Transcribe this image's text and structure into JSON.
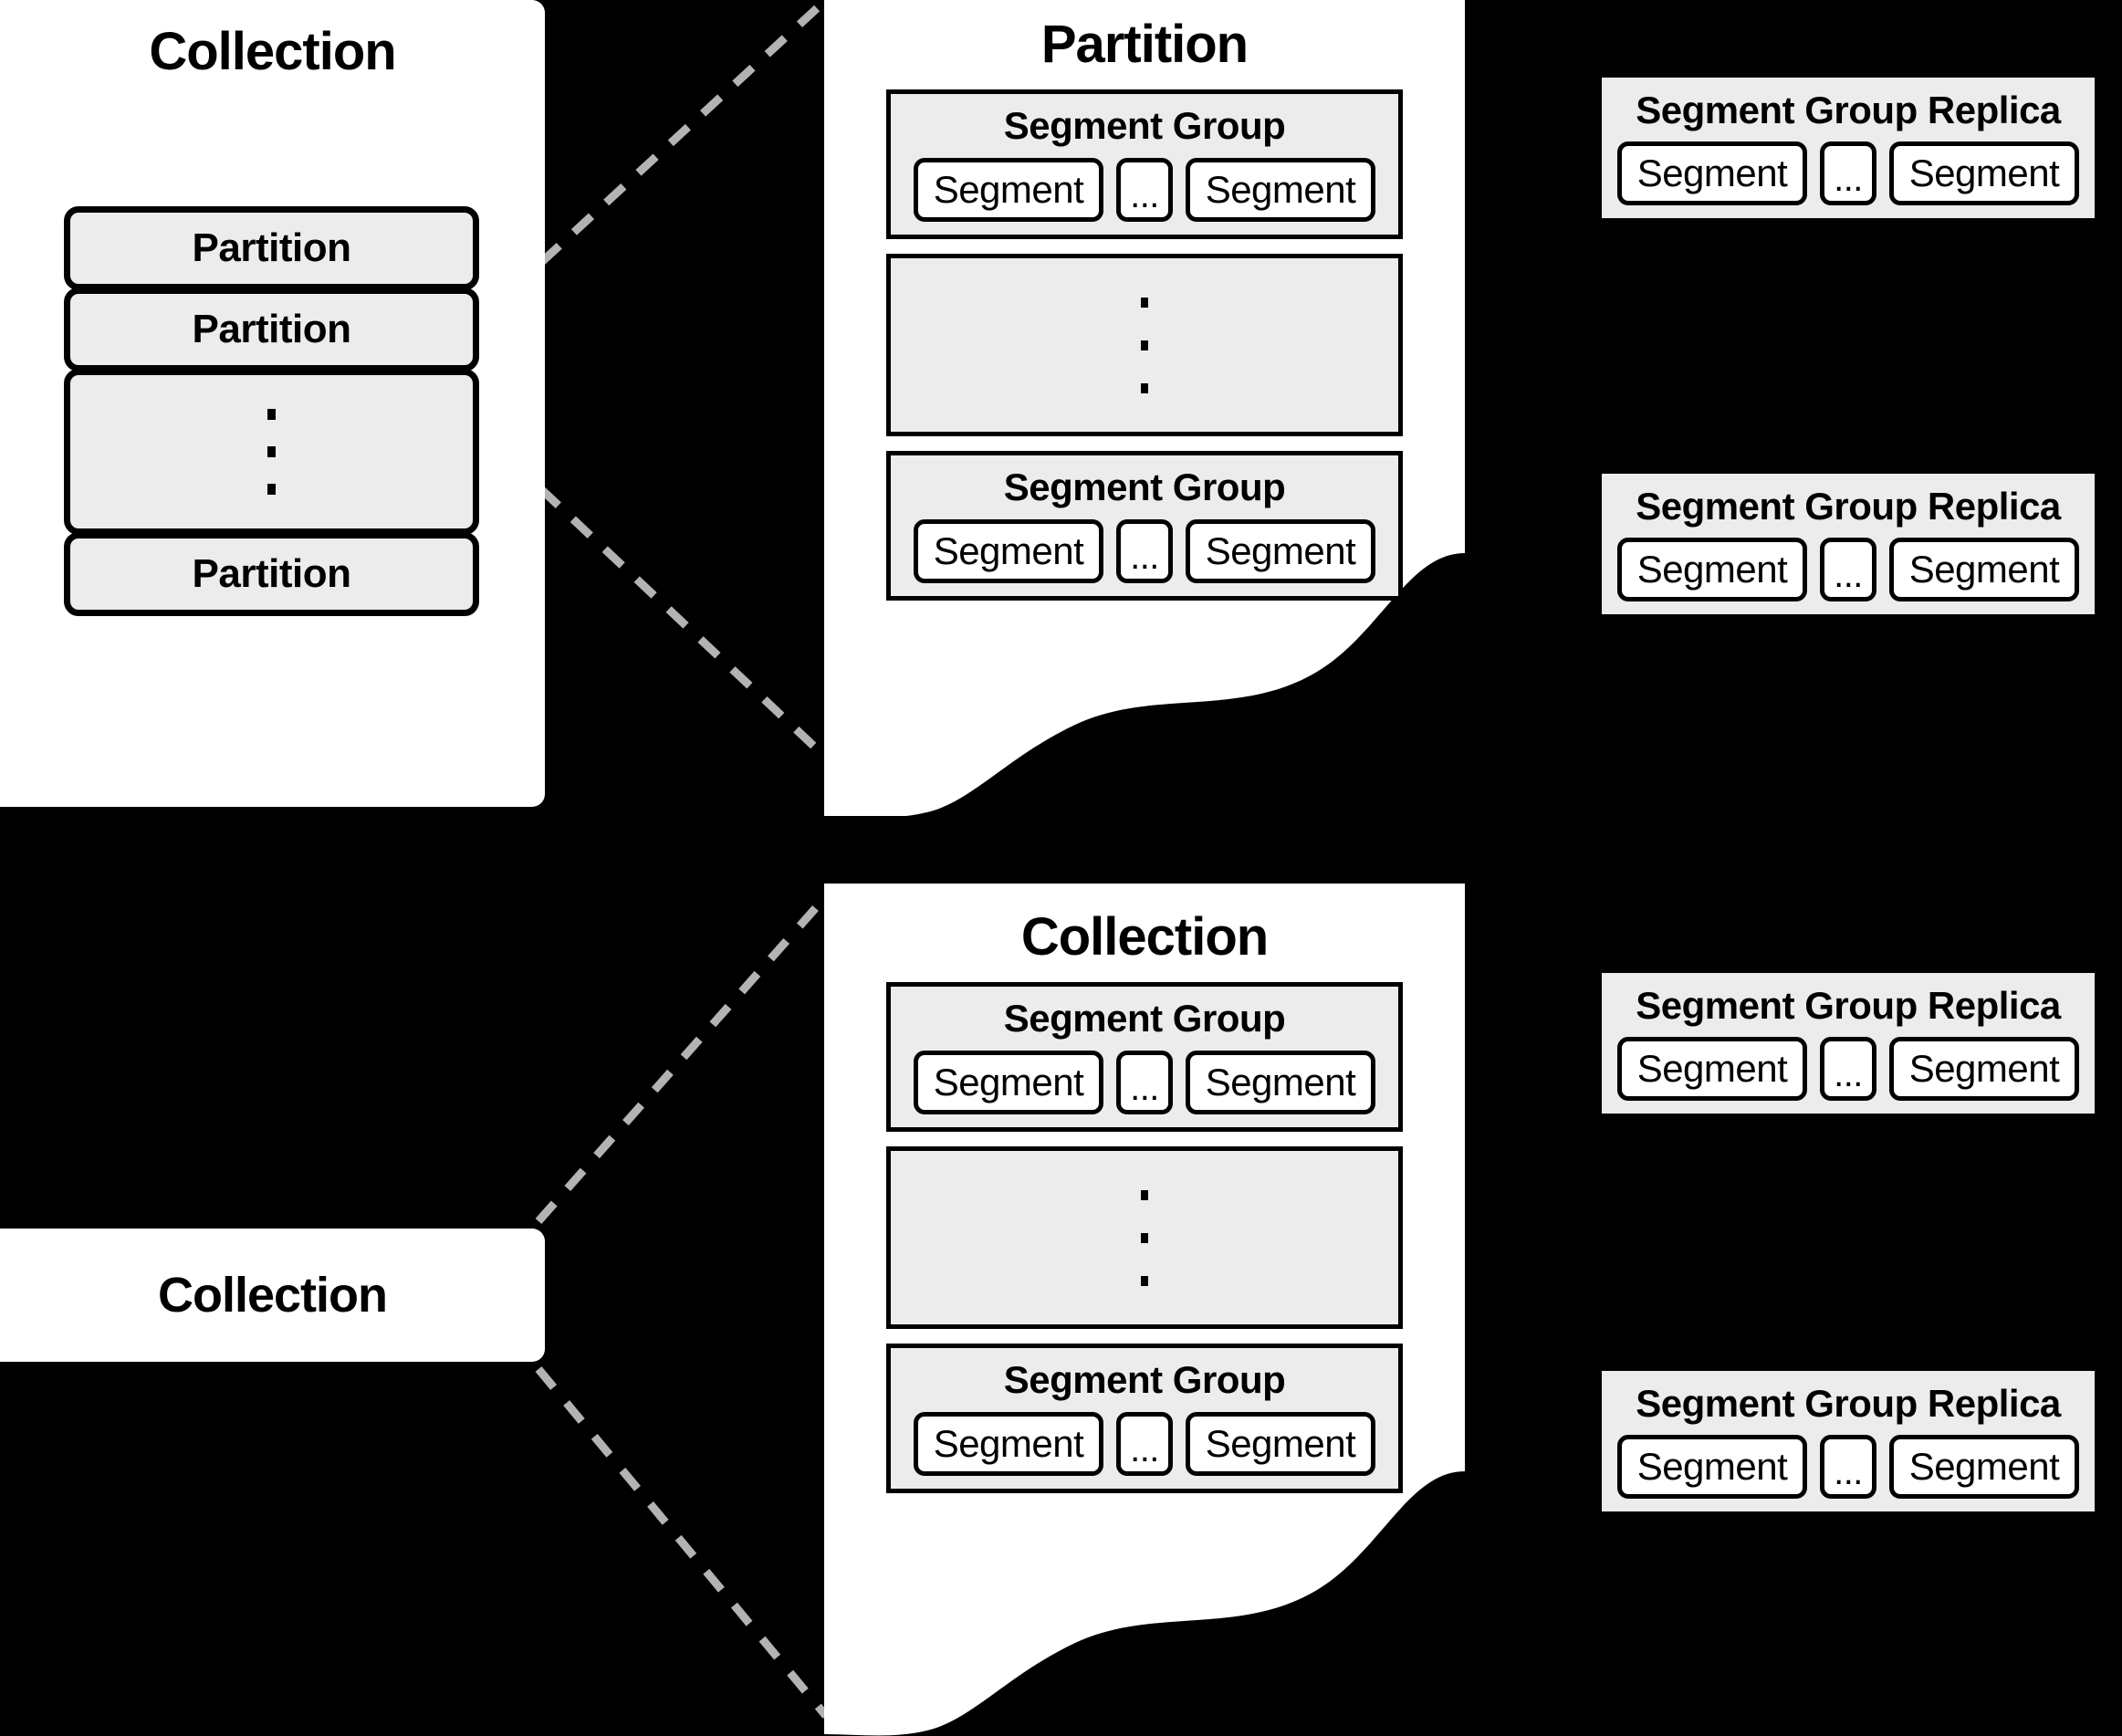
{
  "diagram": {
    "background_color": "#000000",
    "box_fill": "#ececec",
    "panel_fill": "#ffffff",
    "line_color": "#000000",
    "dash_color": "#b3b3b3"
  },
  "left_collection": {
    "title": "Collection",
    "partitions": [
      {
        "label": "Partition"
      },
      {
        "label": "Partition"
      },
      {
        "label": "Partition"
      }
    ],
    "ellipsis": "⋮"
  },
  "bottom_collection": {
    "title": "Collection"
  },
  "mid_partition": {
    "title": "Partition",
    "segment_groups": [
      {
        "title": "Segment Group",
        "segments": [
          "Segment",
          "...",
          "Segment"
        ]
      },
      {
        "title": "Segment Group",
        "segments": [
          "Segment",
          "...",
          "Segment"
        ]
      }
    ],
    "ellipsis": "⋮"
  },
  "mid_collection": {
    "title": "Collection",
    "segment_groups": [
      {
        "title": "Segment Group",
        "segments": [
          "Segment",
          "...",
          "Segment"
        ]
      },
      {
        "title": "Segment Group",
        "segments": [
          "Segment",
          "...",
          "Segment"
        ]
      }
    ],
    "ellipsis": "⋮"
  },
  "replicas": [
    {
      "title": "Segment Group Replica",
      "segments": [
        "Segment",
        "...",
        "Segment"
      ]
    },
    {
      "title": "Segment Group Replica",
      "segments": [
        "Segment",
        "...",
        "Segment"
      ]
    },
    {
      "title": "Segment Group Replica",
      "segments": [
        "Segment",
        "...",
        "Segment"
      ]
    },
    {
      "title": "Segment Group Replica",
      "segments": [
        "Segment",
        "...",
        "Segment"
      ]
    }
  ]
}
